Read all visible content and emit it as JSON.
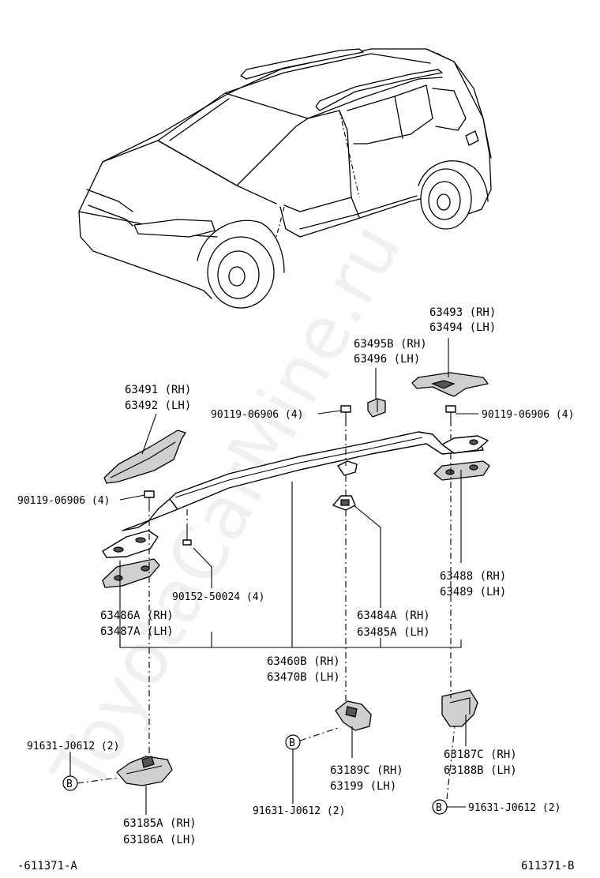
{
  "watermark": "ToyotaCarMine.ru",
  "labels": {
    "p63493": "63493 (RH)",
    "p63494": "63494 (LH)",
    "p63495b": "63495B (RH)",
    "p63496": "63496 (LH)",
    "p63491": "63491 (RH)",
    "p63492": "63492 (LH)",
    "bolt_left": "90119-06906 (4)",
    "bolt_center": "90119-06906 (4)",
    "bolt_right": "90119-06906 (4)",
    "screw": "90152-50024 (4)",
    "p63486a": "63486A (RH)",
    "p63487a": "63487A (LH)",
    "p63484a": "63484A (RH)",
    "p63485a": "63485A (LH)",
    "p63488": "63488 (RH)",
    "p63489": "63489 (LH)",
    "p63460b": "63460B (RH)",
    "p63470b": "63470B (LH)",
    "clip_left": "91631-J0612 (2)",
    "clip_center": "91631-J0612 (2)",
    "clip_right": "91631-J0612 (2)",
    "p63185a": "63185A (RH)",
    "p63186a": "63186A (LH)",
    "p63189c": "63189C (RH)",
    "p63199": "63199 (LH)",
    "p63187c": "63187C (RH)",
    "p63188b": "63188B (LH)",
    "marker_b": "B",
    "footer_left": "-611371-A",
    "footer_right": "611371-B"
  }
}
